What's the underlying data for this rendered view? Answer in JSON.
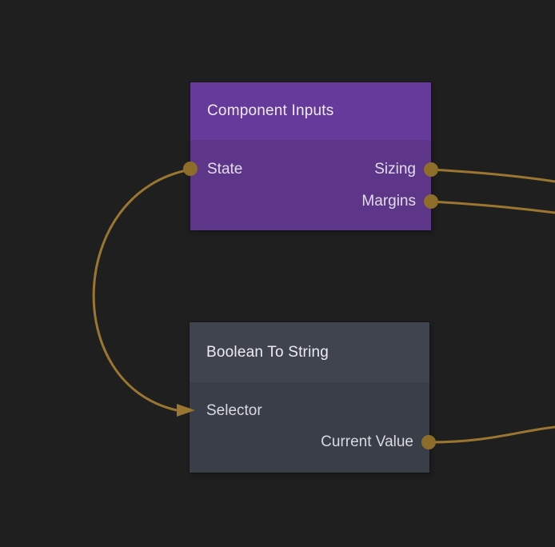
{
  "canvas": {
    "background_color": "#1f1f1f",
    "wire_color": "#9a7630",
    "port_color": "#8e6d2b"
  },
  "nodes": [
    {
      "id": "component-inputs",
      "title": "Component Inputs",
      "header_color": "#663a9b",
      "body_color": "#5d3689",
      "inputs": [
        {
          "label": "State"
        }
      ],
      "outputs": [
        {
          "label": "Sizing"
        },
        {
          "label": "Margins"
        }
      ]
    },
    {
      "id": "boolean-to-string",
      "title": "Boolean To String",
      "header_color": "#3f444e",
      "body_color": "#3a3e48",
      "inputs": [
        {
          "label": "Selector"
        }
      ],
      "outputs": [
        {
          "label": "Current Value"
        }
      ]
    }
  ],
  "connections": [
    {
      "from": "component-inputs.state",
      "to": "boolean-to-string.selector",
      "end": "arrow"
    },
    {
      "from": "component-inputs.sizing",
      "to": "offscreen-right",
      "end": "plain"
    },
    {
      "from": "component-inputs.margins",
      "to": "offscreen-right",
      "end": "plain"
    },
    {
      "from": "boolean-to-string.current-value",
      "to": "offscreen-right",
      "end": "plain"
    }
  ]
}
